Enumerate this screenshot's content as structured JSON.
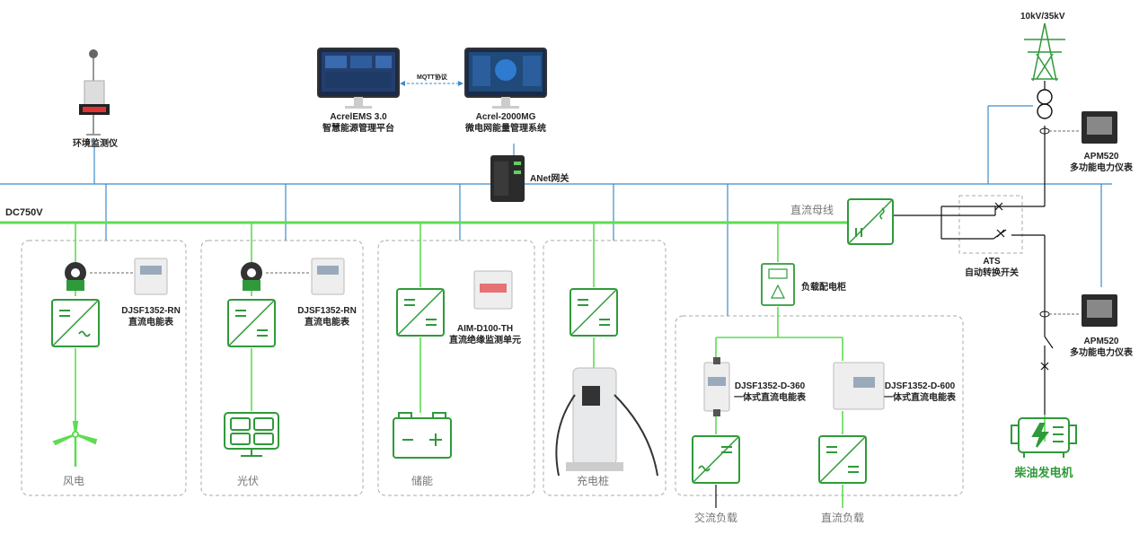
{
  "labels": {
    "env_monitor": "环境监测仪",
    "ems_name": "AcrelEMS 3.0",
    "ems_desc": "智慧能源管理平台",
    "mg_name": "Acrel-2000MG",
    "mg_desc": "微电网能量管理系统",
    "mqtt": "MQTT协议",
    "gateway": "ANet网关",
    "dc750": "DC750V",
    "dc_bus": "直流母线",
    "grid_voltage": "10kV/35kV",
    "apm1_name": "APM520",
    "apm1_desc": "多功能电力仪表",
    "apm2_name": "APM520",
    "apm2_desc": "多功能电力仪表",
    "ats_name": "ATS",
    "ats_desc": "自动转换开关",
    "meter1_name": "DJSF1352-RN",
    "meter1_desc": "直流电能表",
    "meter2_name": "DJSF1352-RN",
    "meter2_desc": "直流电能表",
    "aim_name": "AIM-D100-TH",
    "aim_desc": "直流绝缘监测单元",
    "load_cabinet": "负载配电柜",
    "meter3_name": "DJSF1352-D-360",
    "meter3_desc": "一体式直流电能表",
    "meter4_name": "DJSF1352-D-600",
    "meter4_desc": "一体式直流电能表",
    "wind": "风电",
    "pv": "光伏",
    "storage": "储能",
    "charger": "充电桩",
    "ac_load": "交流负载",
    "dc_load": "直流负载",
    "diesel": "柴油发电机"
  },
  "colors": {
    "green": "#5fdc52",
    "dark_green": "#2f9a3a",
    "blue": "#3d8cc9",
    "dash": "#999999"
  }
}
